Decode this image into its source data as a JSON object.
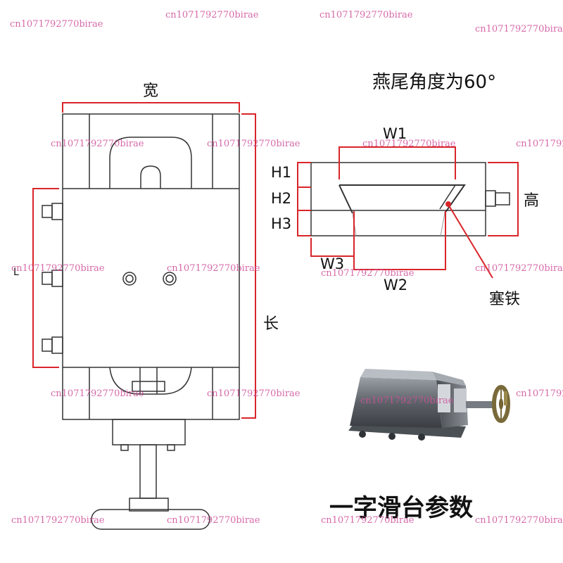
{
  "front_view": {
    "width_label": "宽",
    "length_label": "长",
    "l_label": "L"
  },
  "dovetail": {
    "angle_caption": "燕尾角度为60°",
    "w1": "W1",
    "w2": "W2",
    "w3": "W3",
    "h1": "H1",
    "h2": "H2",
    "h3": "H3",
    "height_label": "高",
    "gib_label": "塞铁"
  },
  "product": {
    "caption": "一字滑台参数"
  },
  "watermark": {
    "text": "cn1071792770birae"
  },
  "colors": {
    "dimension_red": "#d9252a",
    "outline": "#333333",
    "watermark": "#d0509a"
  }
}
